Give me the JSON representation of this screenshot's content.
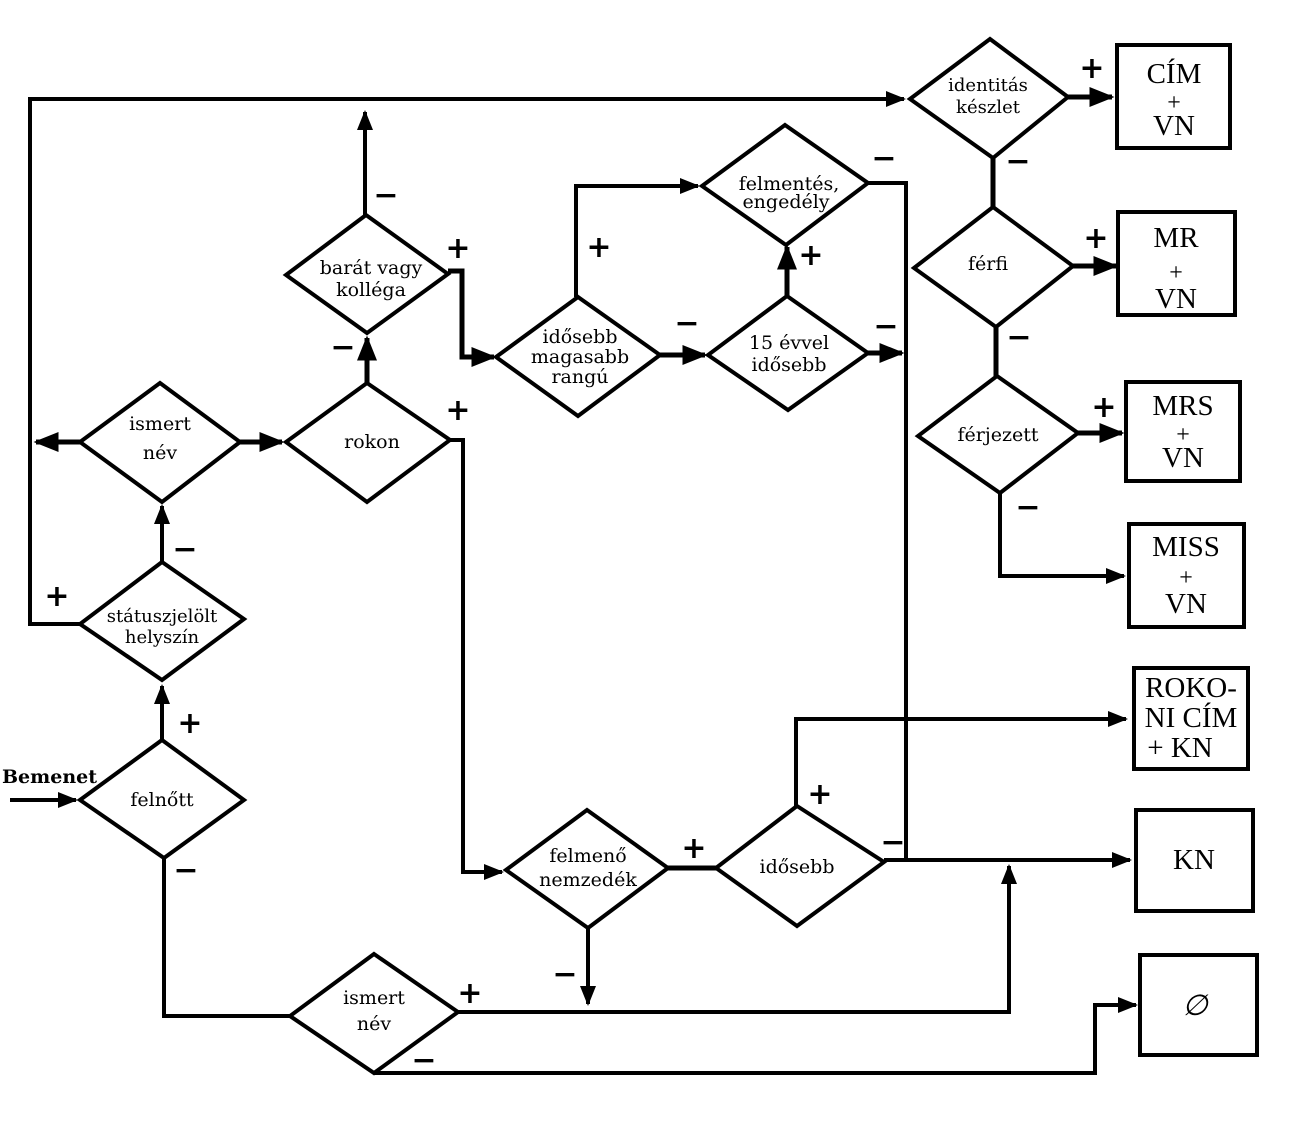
{
  "diagram": {
    "input_label": "Bemenet",
    "decisions": {
      "felnott": [
        "felnőtt"
      ],
      "statusz": [
        "státuszjelölt",
        "helyszín"
      ],
      "ismert_nev_top": [
        "ismert",
        "név"
      ],
      "rokon": [
        "rokon"
      ],
      "barat": [
        "barát  vagy",
        "kolléga"
      ],
      "idosebb_rang": [
        "idősebb",
        "magasabb",
        "rangú"
      ],
      "felmentes": [
        "felmentés,",
        "engedély"
      ],
      "tizenot": [
        "15  évvel",
        "idősebb"
      ],
      "identitas": [
        "identitás",
        "készlet"
      ],
      "ferfi": [
        "férfi"
      ],
      "ferjezett": [
        "férjezett"
      ],
      "felmeno": [
        "felmenő",
        "nemzedék"
      ],
      "idosebb": [
        "idősebb"
      ],
      "ismert_nev_bottom": [
        "ismert",
        "név"
      ]
    },
    "outputs": {
      "cim_vn": [
        "CÍM",
        "+",
        "VN"
      ],
      "mr_vn": [
        "MR",
        "+",
        "VN"
      ],
      "mrs_vn": [
        "MRS",
        "+",
        "VN"
      ],
      "miss_vn": [
        "MISS",
        "+",
        "VN"
      ],
      "rokoni": [
        "ROKO-",
        "NI CÍM",
        "+ KN"
      ],
      "kn": [
        "KN"
      ],
      "empty": [
        "∅"
      ]
    },
    "signs": {
      "plus": "+",
      "minus": "−"
    }
  }
}
